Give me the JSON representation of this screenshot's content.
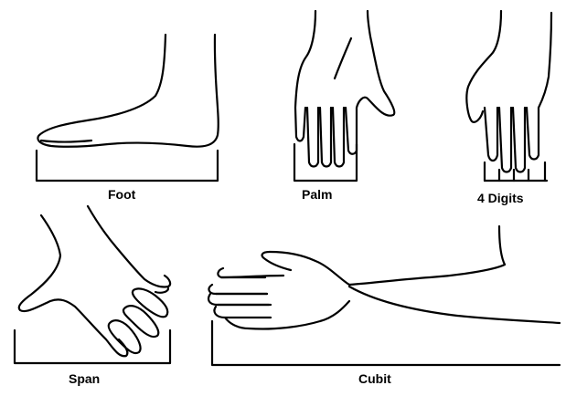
{
  "labels": {
    "foot": "Foot",
    "palm": "Palm",
    "digits": "4 Digits",
    "span": "Span",
    "cubit": "Cubit"
  },
  "colors": {
    "ink": "#000000",
    "background": "#ffffff"
  }
}
